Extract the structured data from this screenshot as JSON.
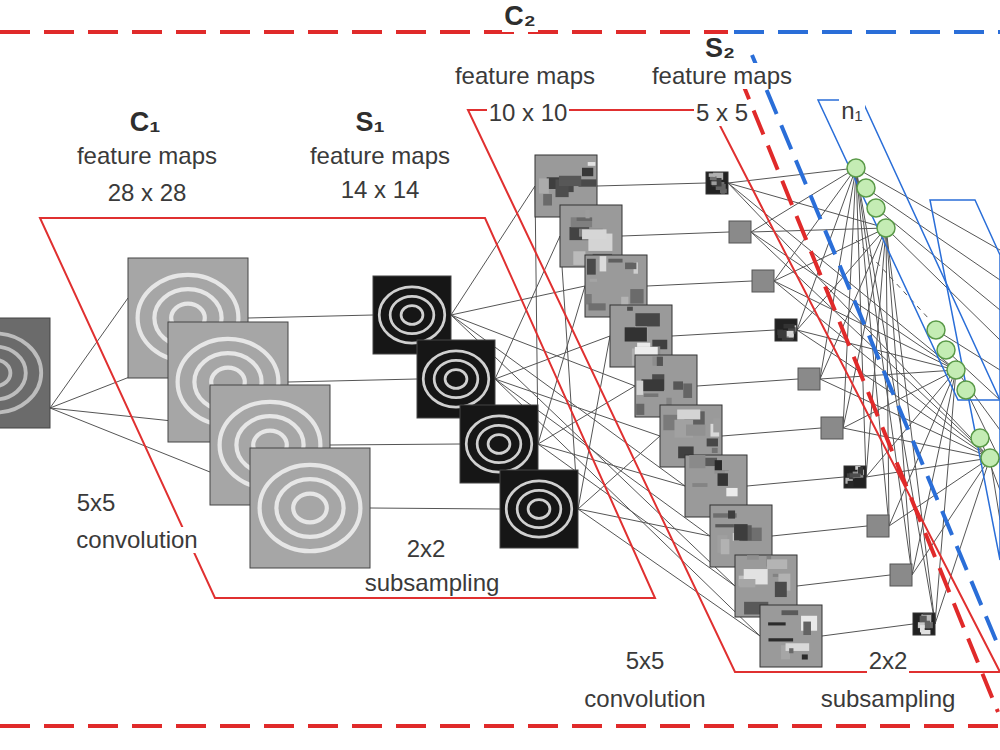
{
  "diagram": {
    "labels": [
      "C₁",
      "feature maps",
      "28 x 28",
      "S₁",
      "feature maps",
      "14 x 14",
      "C₂",
      "feature maps",
      "10 x 10",
      "S₂",
      "feature maps",
      "5 x 5",
      "5x5",
      "convolution",
      "2x2",
      "subsampling",
      "5x5",
      "convolution",
      "2x2",
      "subsampling",
      "n₁"
    ]
  }
}
